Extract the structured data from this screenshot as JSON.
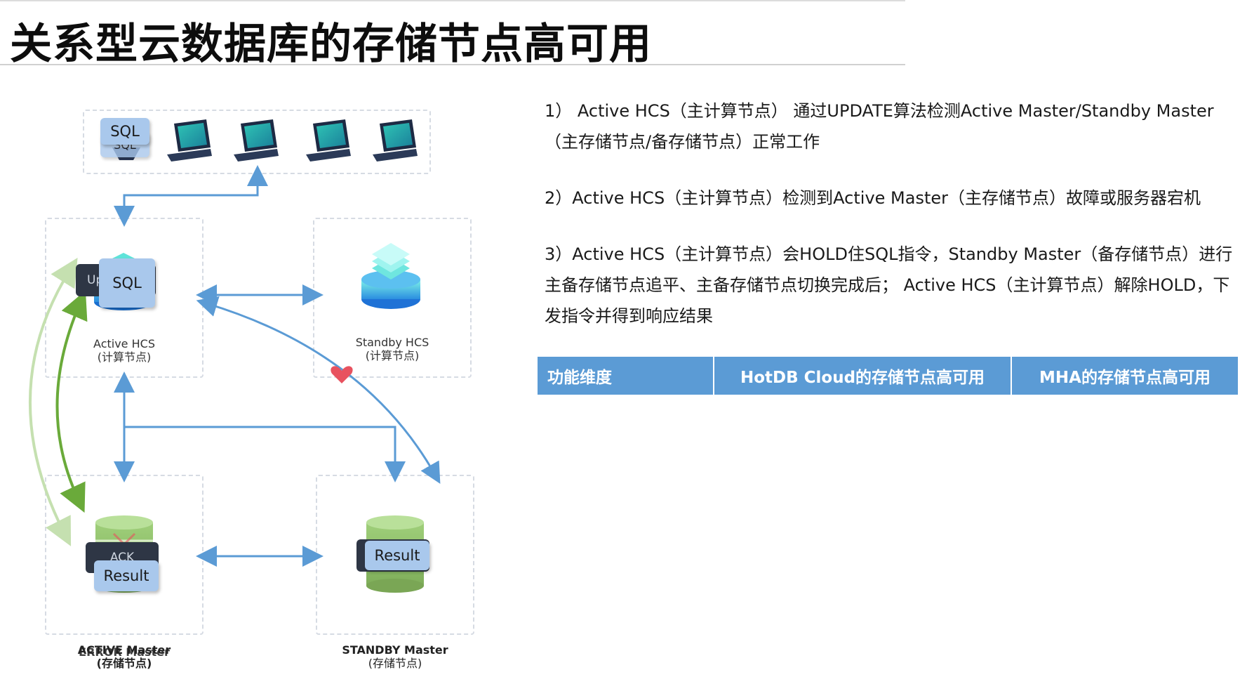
{
  "title": "关系型云数据库的存储节点高可用",
  "diagram": {
    "sql_chip_top": "SQL",
    "sql_chip_top_back": "SQL",
    "sql_chip_hcs": "SQL",
    "hcs_back_chip": "Up",
    "active_hcs": {
      "line1": "Active HCS",
      "line2": "(计算节点)"
    },
    "standby_hcs": {
      "line1": "Standby HCS",
      "line2": "(计算节点)"
    },
    "active_master": {
      "line1": "ACTIVE Master",
      "line1_overlap": "ERROR Master",
      "line2": "(存储节点)"
    },
    "standby_master": {
      "line1": "STANDBY Master",
      "line2": "(存储节点)"
    },
    "ack_label": "ACK",
    "result_left": "Result",
    "result_right": "Result"
  },
  "steps": [
    "1） Active HCS（主计算节点） 通过UPDATE算法检测Active Master/Standby Master（主存储节点/备存储节点）正常工作",
    "2）Active HCS（主计算节点）检测到Active Master（主存储节点）故障或服务器宕机",
    "3）Active HCS（主计算节点）会HOLD住SQL指令，Standby Master（备存储节点）进行主备存储节点追平、主备存储节点切换完成后； Active HCS（主计算节点）解除HOLD，下发指令并得到响应结果"
  ],
  "table": {
    "headers": [
      "功能维度",
      "HotDB Cloud的存储节点高可用",
      "MHA的存储节点高可用"
    ]
  },
  "colors": {
    "accent": "#5b9bd5",
    "arrow_blue": "#5b9bd5",
    "arrow_green": "#6aaa3a",
    "arrow_green_light": "#c5e0b0",
    "heart": "#e8525f"
  }
}
